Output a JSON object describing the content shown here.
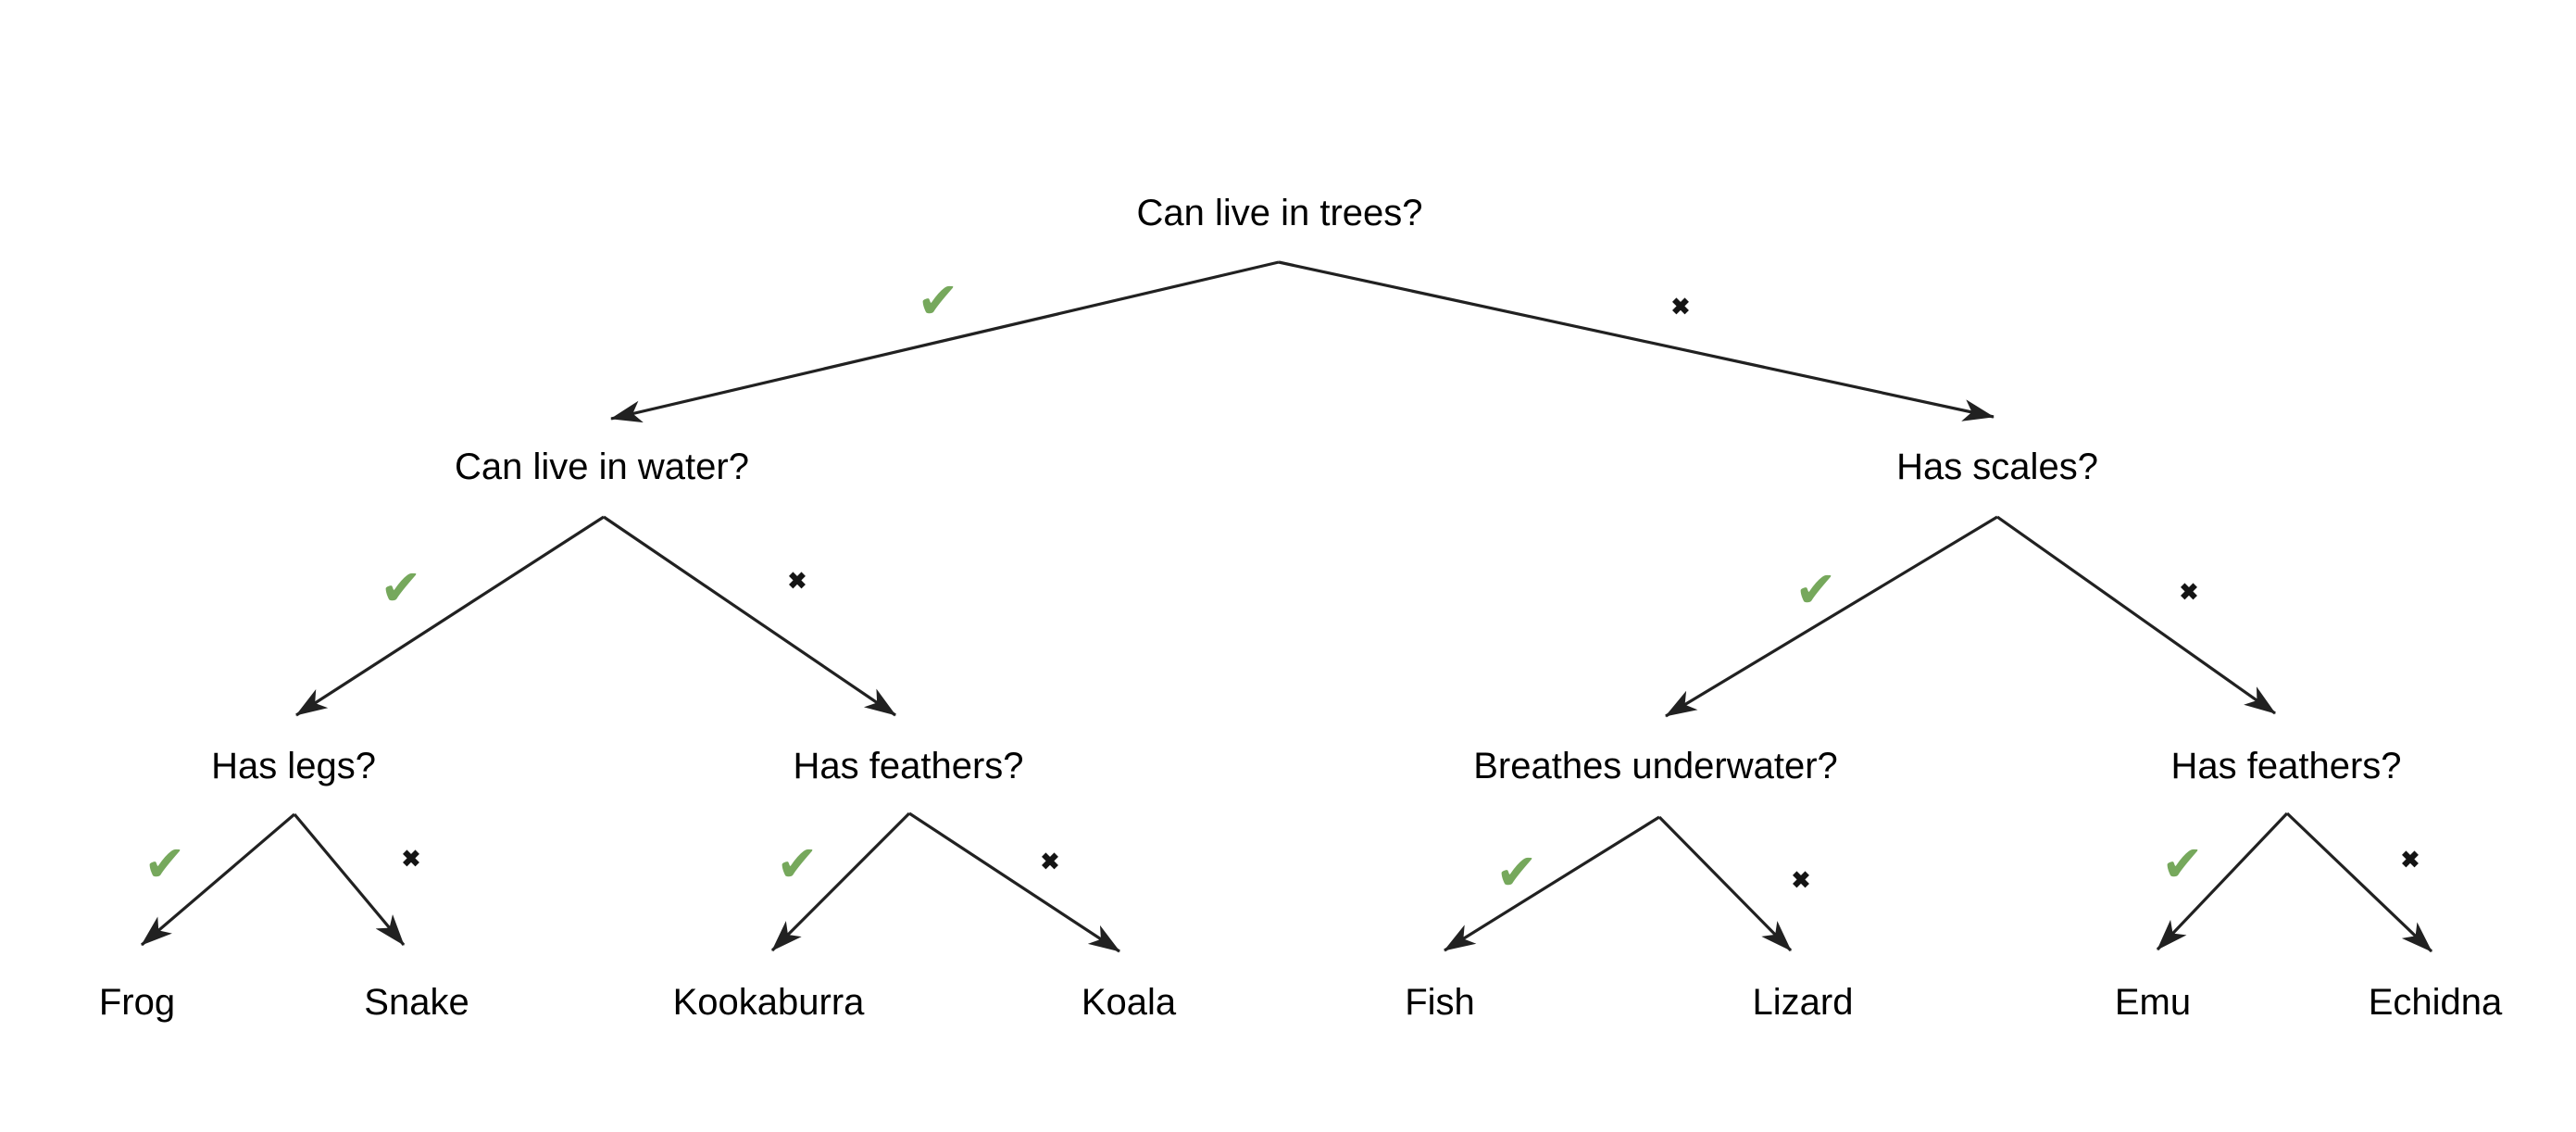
{
  "diagram_type": "decision-tree",
  "title": "",
  "symbols": {
    "yes": "✔",
    "no": "✖"
  },
  "colors": {
    "background": "#FFFFFF",
    "text": "#000000",
    "line": "#212121",
    "check_green": "#76A85C",
    "cross_black": "#141414"
  },
  "nodes": {
    "root": {
      "label": "Can live in trees?"
    },
    "water": {
      "label": "Can live in water?"
    },
    "scales": {
      "label": "Has scales?"
    },
    "legs": {
      "label": "Has legs?"
    },
    "feathers_left": {
      "label": "Has feathers?"
    },
    "breathes": {
      "label": "Breathes underwater?"
    },
    "feathers_right": {
      "label": "Has feathers?"
    },
    "frog": {
      "label": "Frog"
    },
    "snake": {
      "label": "Snake"
    },
    "kookaburra": {
      "label": "Kookaburra"
    },
    "koala": {
      "label": "Koala"
    },
    "fish": {
      "label": "Fish"
    },
    "lizard": {
      "label": "Lizard"
    },
    "emu": {
      "label": "Emu"
    },
    "echidna": {
      "label": "Echidna"
    }
  },
  "edges": [
    {
      "from": "root",
      "to": "water",
      "answer": "yes"
    },
    {
      "from": "root",
      "to": "scales",
      "answer": "no"
    },
    {
      "from": "water",
      "to": "legs",
      "answer": "yes"
    },
    {
      "from": "water",
      "to": "feathers_left",
      "answer": "no"
    },
    {
      "from": "scales",
      "to": "breathes",
      "answer": "yes"
    },
    {
      "from": "scales",
      "to": "feathers_right",
      "answer": "no"
    },
    {
      "from": "legs",
      "to": "frog",
      "answer": "yes"
    },
    {
      "from": "legs",
      "to": "snake",
      "answer": "no"
    },
    {
      "from": "feathers_left",
      "to": "kookaburra",
      "answer": "yes"
    },
    {
      "from": "feathers_left",
      "to": "koala",
      "answer": "no"
    },
    {
      "from": "breathes",
      "to": "fish",
      "answer": "yes"
    },
    {
      "from": "breathes",
      "to": "lizard",
      "answer": "no"
    },
    {
      "from": "feathers_right",
      "to": "emu",
      "answer": "yes"
    },
    {
      "from": "feathers_right",
      "to": "echidna",
      "answer": "no"
    }
  ]
}
